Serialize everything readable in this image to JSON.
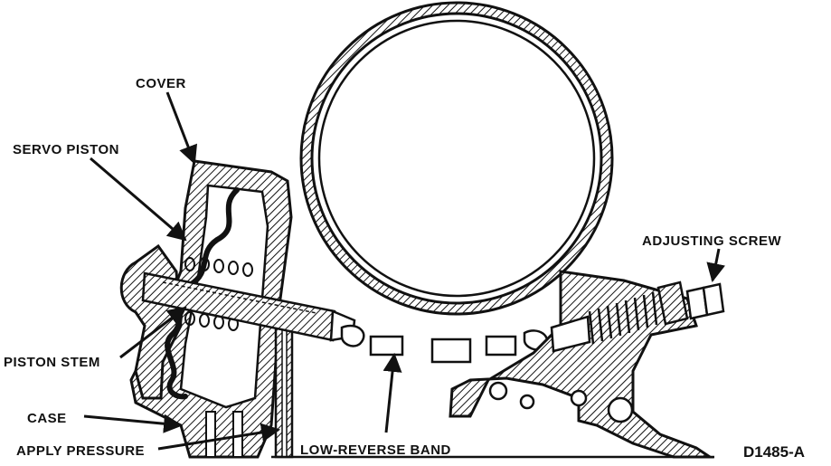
{
  "labels": {
    "cover": "COVER",
    "servo_piston": "SERVO PISTON",
    "piston_stem": "PISTON STEM",
    "case": "CASE",
    "apply_pressure": "APPLY PRESSURE",
    "low_reverse_band": "LOW-REVERSE BAND",
    "adjusting_screw": "ADJUSTING SCREW"
  },
  "figure_id": "D1485-A",
  "colors": {
    "ink": "#111111",
    "paper": "#ffffff"
  }
}
